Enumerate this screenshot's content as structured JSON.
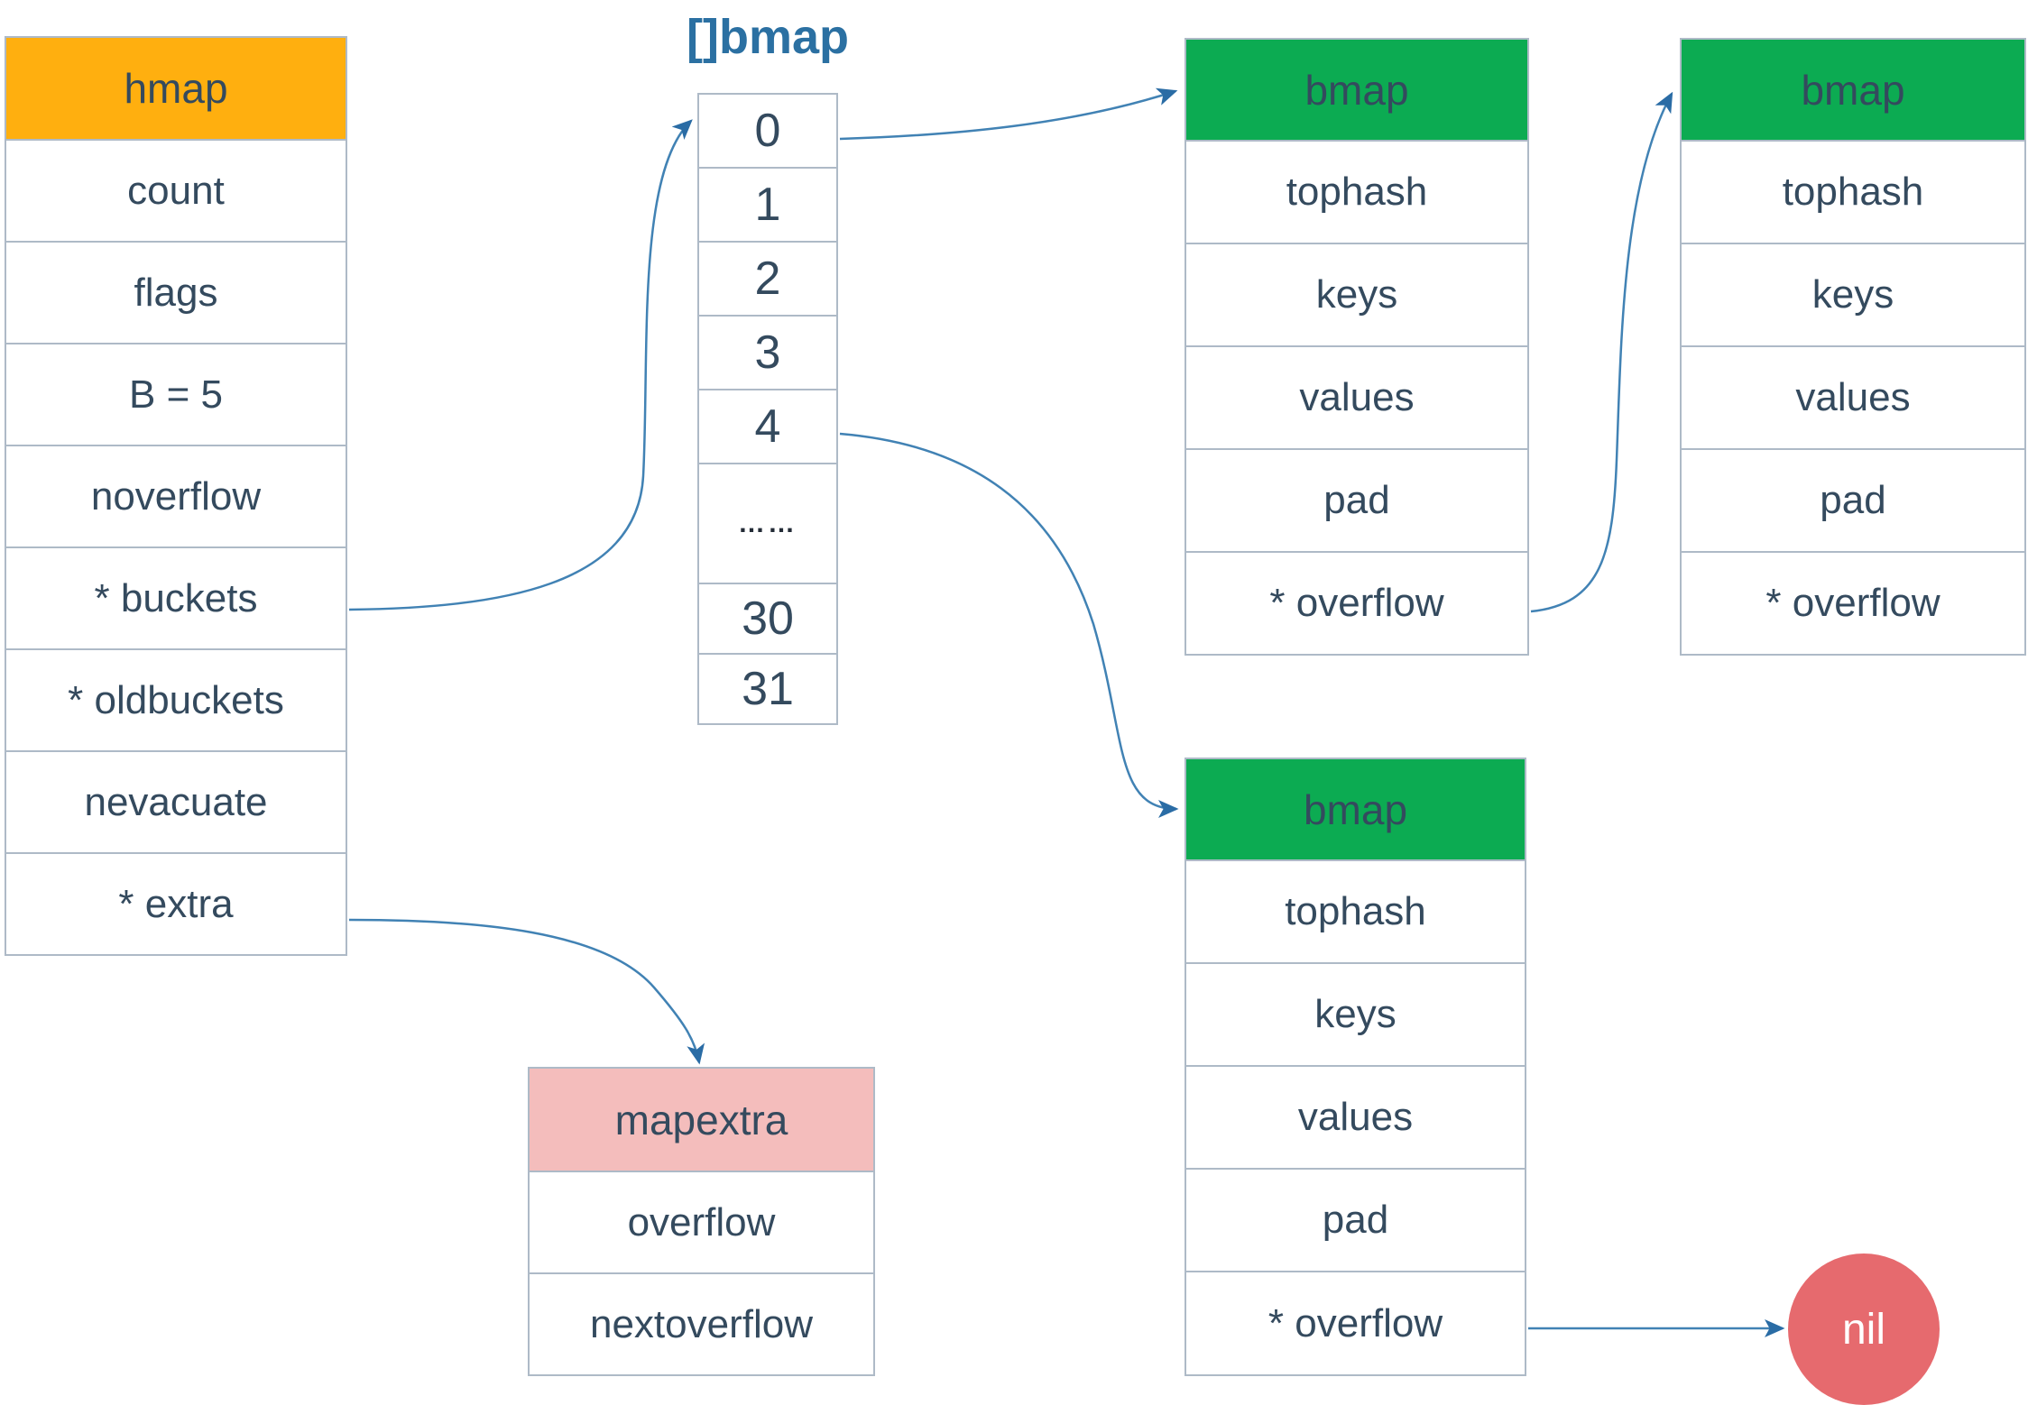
{
  "hmap": {
    "title": "hmap",
    "rows": [
      "count",
      "flags",
      "B = 5",
      "noverflow",
      "* buckets",
      "* oldbuckets",
      "nevacuate",
      "* extra"
    ]
  },
  "bucket_array": {
    "title": "[]bmap",
    "cells": [
      "0",
      "1",
      "2",
      "3",
      "4",
      "……",
      "30",
      "31"
    ]
  },
  "bmap_top": {
    "title": "bmap",
    "rows": [
      "tophash",
      "keys",
      "values",
      "pad",
      "* overflow"
    ]
  },
  "bmap_right": {
    "title": "bmap",
    "rows": [
      "tophash",
      "keys",
      "values",
      "pad",
      "* overflow"
    ]
  },
  "bmap_bottom": {
    "title": "bmap",
    "rows": [
      "tophash",
      "keys",
      "values",
      "pad",
      "* overflow"
    ]
  },
  "mapextra": {
    "title": "mapextra",
    "rows": [
      "overflow",
      "nextoverflow"
    ]
  },
  "nil": {
    "label": "nil"
  },
  "colors": {
    "hmap_header": "#ffaf0f",
    "bmap_header": "#0cab52",
    "mapextra_header": "#f4bdbc",
    "nil_circle": "#e66a6e",
    "cell_text": "#344a5e",
    "array_title": "#2b70a2",
    "border": "#aebac7",
    "arrow": "#4182b4"
  },
  "edges": [
    {
      "from": "hmap.* buckets",
      "to": "bucket_array.0"
    },
    {
      "from": "bucket_array.0",
      "to": "bmap_top"
    },
    {
      "from": "bucket_array.4",
      "to": "bmap_bottom"
    },
    {
      "from": "bmap_top.* overflow",
      "to": "bmap_right"
    },
    {
      "from": "hmap.* extra",
      "to": "mapextra"
    },
    {
      "from": "bmap_bottom.* overflow",
      "to": "nil"
    }
  ]
}
